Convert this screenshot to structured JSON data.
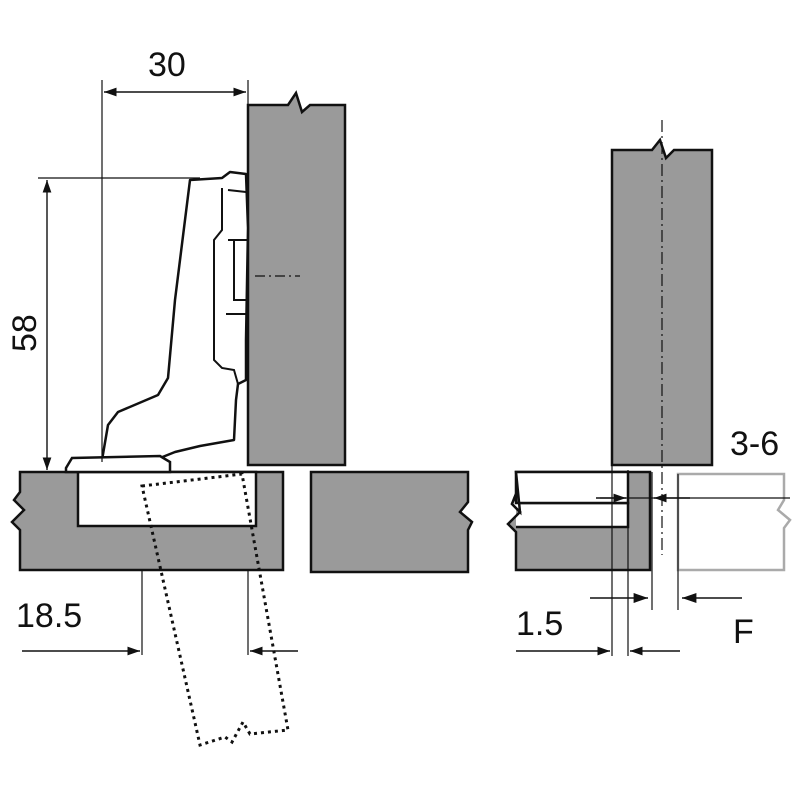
{
  "dimensions": {
    "d30": "30",
    "d58": "58",
    "d18_5": "18.5",
    "d3_6": "3-6",
    "d1_5": "1.5",
    "f": "F"
  },
  "colors": {
    "panel": "#9a9a9a",
    "line": "#111111",
    "ghost": "#aaaaaa",
    "hinge": "#ffffff"
  }
}
